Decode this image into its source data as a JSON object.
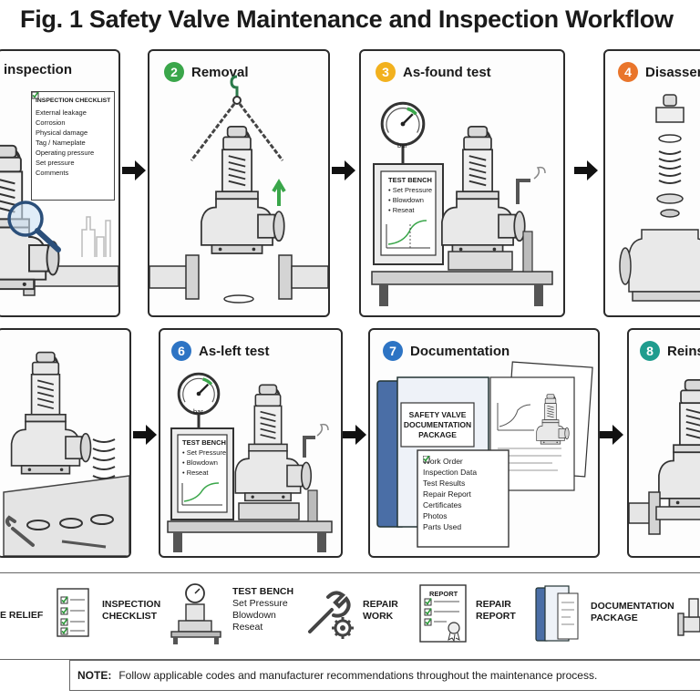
{
  "figure": {
    "title": "Fig. 1  Safety Valve Maintenance and Inspection Workflow"
  },
  "steps": [
    {
      "label": "inspection"
    },
    {
      "number": "2",
      "label": "Removal",
      "color": "#3aa64a"
    },
    {
      "number": "3",
      "label": "As-found test",
      "color": "#f2b11e"
    },
    {
      "number": "4",
      "label": "Disasser",
      "color": "#e9752b"
    },
    {
      "label": ""
    },
    {
      "number": "6",
      "label": "As-left test",
      "color": "#2d74c4"
    },
    {
      "number": "7",
      "label": "Documentation",
      "color": "#2d74c4"
    },
    {
      "number": "8",
      "label": "Reins",
      "color": "#1f9c8e"
    }
  ],
  "checklist": {
    "title": "INSPECTION CHECKLIST",
    "items": [
      "External leakage",
      "Corrosion",
      "Physical damage",
      "Tag / Nameplate",
      "Operating pressure",
      "Set pressure",
      "Comments"
    ]
  },
  "gauge_label": "bar",
  "test_bench": {
    "title": "TEST BENCH",
    "items": [
      "Set Pressure",
      "Blowdown",
      "Reseat"
    ]
  },
  "documentation_package": {
    "cover": "SAFETY VALVE DOCUMENTATION PACKAGE",
    "items": [
      "Work Order",
      "Inspection Data",
      "Test Results",
      "Repair Report",
      "Certificates",
      "Photos",
      "Parts Used"
    ]
  },
  "legend": {
    "relief": "E RELIEF",
    "inspection_checklist": [
      "INSPECTION",
      "CHECKLIST"
    ],
    "test_bench": {
      "title": "TEST BENCH",
      "items": [
        "Set Pressure",
        "Blowdown",
        "Reseat"
      ]
    },
    "repair_work": [
      "REPAIR",
      "WORK"
    ],
    "repair_report": {
      "icon_label": "REPORT",
      "text": [
        "REPAIR",
        "REPORT"
      ]
    },
    "documentation_package": [
      "DOCUMENTATION",
      "PACKAGE"
    ]
  },
  "note": {
    "label": "NOTE:",
    "text": "Follow applicable codes and manufacturer recommendations throughout the maintenance process."
  },
  "colors": {
    "step2": "#3aa64a",
    "step3": "#f2b11e",
    "step4": "#e9752b",
    "step6": "#2d74c4",
    "step7": "#2d74c4",
    "step8": "#1f9c8e",
    "check_green": "#2f9a3c",
    "binder_blue": "#4a6ea6"
  }
}
